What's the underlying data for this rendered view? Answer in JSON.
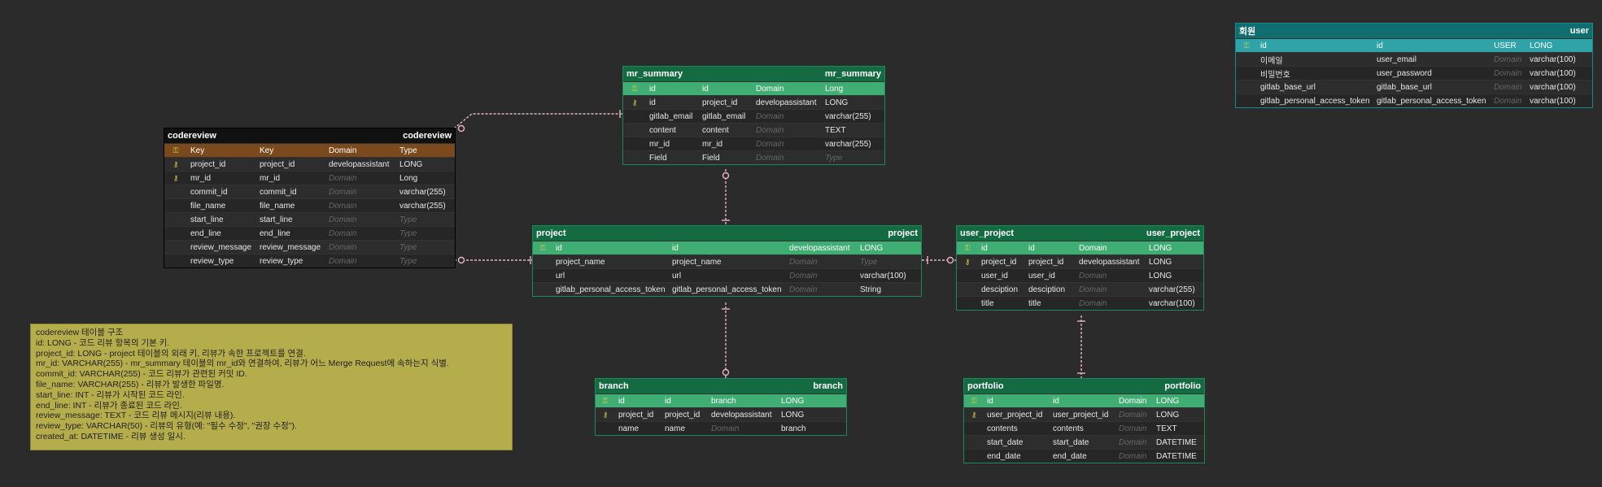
{
  "entities": {
    "codereview": {
      "name": "codereview",
      "alias": "codereview",
      "columns": [
        {
          "icon": "key",
          "name": "Key",
          "attr": "Key",
          "domain": "Domain",
          "type": "Type",
          "header": true
        },
        {
          "icon": "fk",
          "name": "project_id",
          "attr": "project_id",
          "domain": "developassistant",
          "type": "LONG"
        },
        {
          "icon": "fk",
          "name": "mr_id",
          "attr": "mr_id",
          "domain": "Domain",
          "type": "Long"
        },
        {
          "icon": "",
          "name": "commit_id",
          "attr": "commit_id",
          "domain": "Domain",
          "type": "varchar(255)"
        },
        {
          "icon": "",
          "name": "file_name",
          "attr": "file_name",
          "domain": "Domain",
          "type": "varchar(255)"
        },
        {
          "icon": "",
          "name": "start_line",
          "attr": "start_line",
          "domain": "Domain",
          "type": "Type"
        },
        {
          "icon": "",
          "name": "end_line",
          "attr": "end_line",
          "domain": "Domain",
          "type": "Type"
        },
        {
          "icon": "",
          "name": "review_message",
          "attr": "review_message",
          "domain": "Domain",
          "type": "Type"
        },
        {
          "icon": "",
          "name": "review_type",
          "attr": "review_type",
          "domain": "Domain",
          "type": "Type"
        }
      ]
    },
    "mr_summary": {
      "name": "mr_summary",
      "alias": "mr_summary",
      "columns": [
        {
          "icon": "key",
          "name": "id",
          "attr": "id",
          "domain": "Domain",
          "type": "Long",
          "header": true
        },
        {
          "icon": "fk",
          "name": "id",
          "attr": "project_id",
          "domain": "developassistant",
          "type": "LONG"
        },
        {
          "icon": "",
          "name": "gitlab_email",
          "attr": "gitlab_email",
          "domain": "Domain",
          "type": "varchar(255)"
        },
        {
          "icon": "",
          "name": "content",
          "attr": "content",
          "domain": "Domain",
          "type": "TEXT"
        },
        {
          "icon": "",
          "name": "mr_id",
          "attr": "mr_id",
          "domain": "Domain",
          "type": "varchar(255)"
        },
        {
          "icon": "",
          "name": "Field",
          "attr": "Field",
          "domain": "Domain",
          "type": "Type"
        }
      ]
    },
    "project": {
      "name": "project",
      "alias": "project",
      "columns": [
        {
          "icon": "key",
          "name": "id",
          "attr": "id",
          "domain": "developassistant",
          "type": "LONG",
          "header": true
        },
        {
          "icon": "",
          "name": "project_name",
          "attr": "project_name",
          "domain": "Domain",
          "type": "Type"
        },
        {
          "icon": "",
          "name": "url",
          "attr": "url",
          "domain": "Domain",
          "type": "varchar(100)"
        },
        {
          "icon": "",
          "name": "gitlab_personal_access_token",
          "attr": "gitlab_personal_access_token",
          "domain": "Domain",
          "type": "String"
        }
      ]
    },
    "user_project": {
      "name": "user_project",
      "alias": "user_project",
      "columns": [
        {
          "icon": "key",
          "name": "id",
          "attr": "id",
          "domain": "Domain",
          "type": "LONG",
          "header": true
        },
        {
          "icon": "fk",
          "name": "project_id",
          "attr": "project_id",
          "domain": "developassistant",
          "type": "LONG"
        },
        {
          "icon": "",
          "name": "user_id",
          "attr": "user_id",
          "domain": "Domain",
          "type": "LONG"
        },
        {
          "icon": "",
          "name": "desciption",
          "attr": "desciption",
          "domain": "Domain",
          "type": "varchar(255)"
        },
        {
          "icon": "",
          "name": "title",
          "attr": "title",
          "domain": "Domain",
          "type": "varchar(100)"
        }
      ]
    },
    "branch": {
      "name": "branch",
      "alias": "branch",
      "columns": [
        {
          "icon": "key",
          "name": "id",
          "attr": "id",
          "domain": "branch",
          "type": "LONG",
          "header": true
        },
        {
          "icon": "fk",
          "name": "project_id",
          "attr": "project_id",
          "domain": "developassistant",
          "type": "LONG"
        },
        {
          "icon": "",
          "name": "name",
          "attr": "name",
          "domain": "Domain",
          "type": "branch"
        }
      ]
    },
    "portfolio": {
      "name": "portfolio",
      "alias": "portfolio",
      "columns": [
        {
          "icon": "key",
          "name": "id",
          "attr": "id",
          "domain": "Domain",
          "type": "LONG",
          "header": true
        },
        {
          "icon": "fk",
          "name": "user_project_id",
          "attr": "user_project_id",
          "domain": "Domain",
          "type": "LONG"
        },
        {
          "icon": "",
          "name": "contents",
          "attr": "contents",
          "domain": "Domain",
          "type": "TEXT"
        },
        {
          "icon": "",
          "name": "start_date",
          "attr": "start_date",
          "domain": "Domain",
          "type": "DATETIME"
        },
        {
          "icon": "",
          "name": "end_date",
          "attr": "end_date",
          "domain": "Domain",
          "type": "DATETIME"
        }
      ]
    },
    "user": {
      "name": "회원",
      "alias": "user",
      "columns": [
        {
          "icon": "key",
          "name": "id",
          "attr": "id",
          "domain": "USER",
          "type": "LONG",
          "header": true
        },
        {
          "icon": "",
          "name": "이메일",
          "attr": "user_email",
          "domain": "Domain",
          "type": "varchar(100)"
        },
        {
          "icon": "",
          "name": "비밀번호",
          "attr": "user_password",
          "domain": "Domain",
          "type": "varchar(100)"
        },
        {
          "icon": "",
          "name": "gitlab_base_url",
          "attr": "gitlab_base_url",
          "domain": "Domain",
          "type": "varchar(100)"
        },
        {
          "icon": "",
          "name": "gitlab_personal_access_token",
          "attr": "gitlab_personal_access_token",
          "domain": "Domain",
          "type": "varchar(100)"
        }
      ]
    }
  },
  "note": {
    "lines": [
      "codereview 테이블 구조",
      "id: LONG - 코드 리뷰 항목의 기본 키.",
      "project_id: LONG - project 테이블의 외래 키, 리뷰가 속한 프로젝트를 연결.",
      "mr_id: VARCHAR(255) - mr_summary 테이블의 mr_id와 연결하여, 리뷰가 어느 Merge Request에 속하는지 식별.",
      "commit_id: VARCHAR(255) - 코드 리뷰가 관련된 커밋 ID.",
      "file_name: VARCHAR(255) - 리뷰가 발생한 파일명.",
      "start_line: INT - 리뷰가 시작된 코드 라인.",
      "end_line: INT - 리뷰가 종료된 코드 라인.",
      "review_message: TEXT - 코드 리뷰 메시지(리뷰 내용).",
      "review_type: VARCHAR(50) - 리뷰의 유형(예: \"필수 수정\", \"권장 수정\").",
      "created_at: DATETIME - 리뷰 생성 일시."
    ]
  },
  "colors": {
    "green": "#146b42",
    "header_green": "#3fae72",
    "key_header": "#7a4a1c",
    "teal": "#116e6e",
    "relation": "#e8b4c4",
    "note": "#b5ad4c"
  }
}
